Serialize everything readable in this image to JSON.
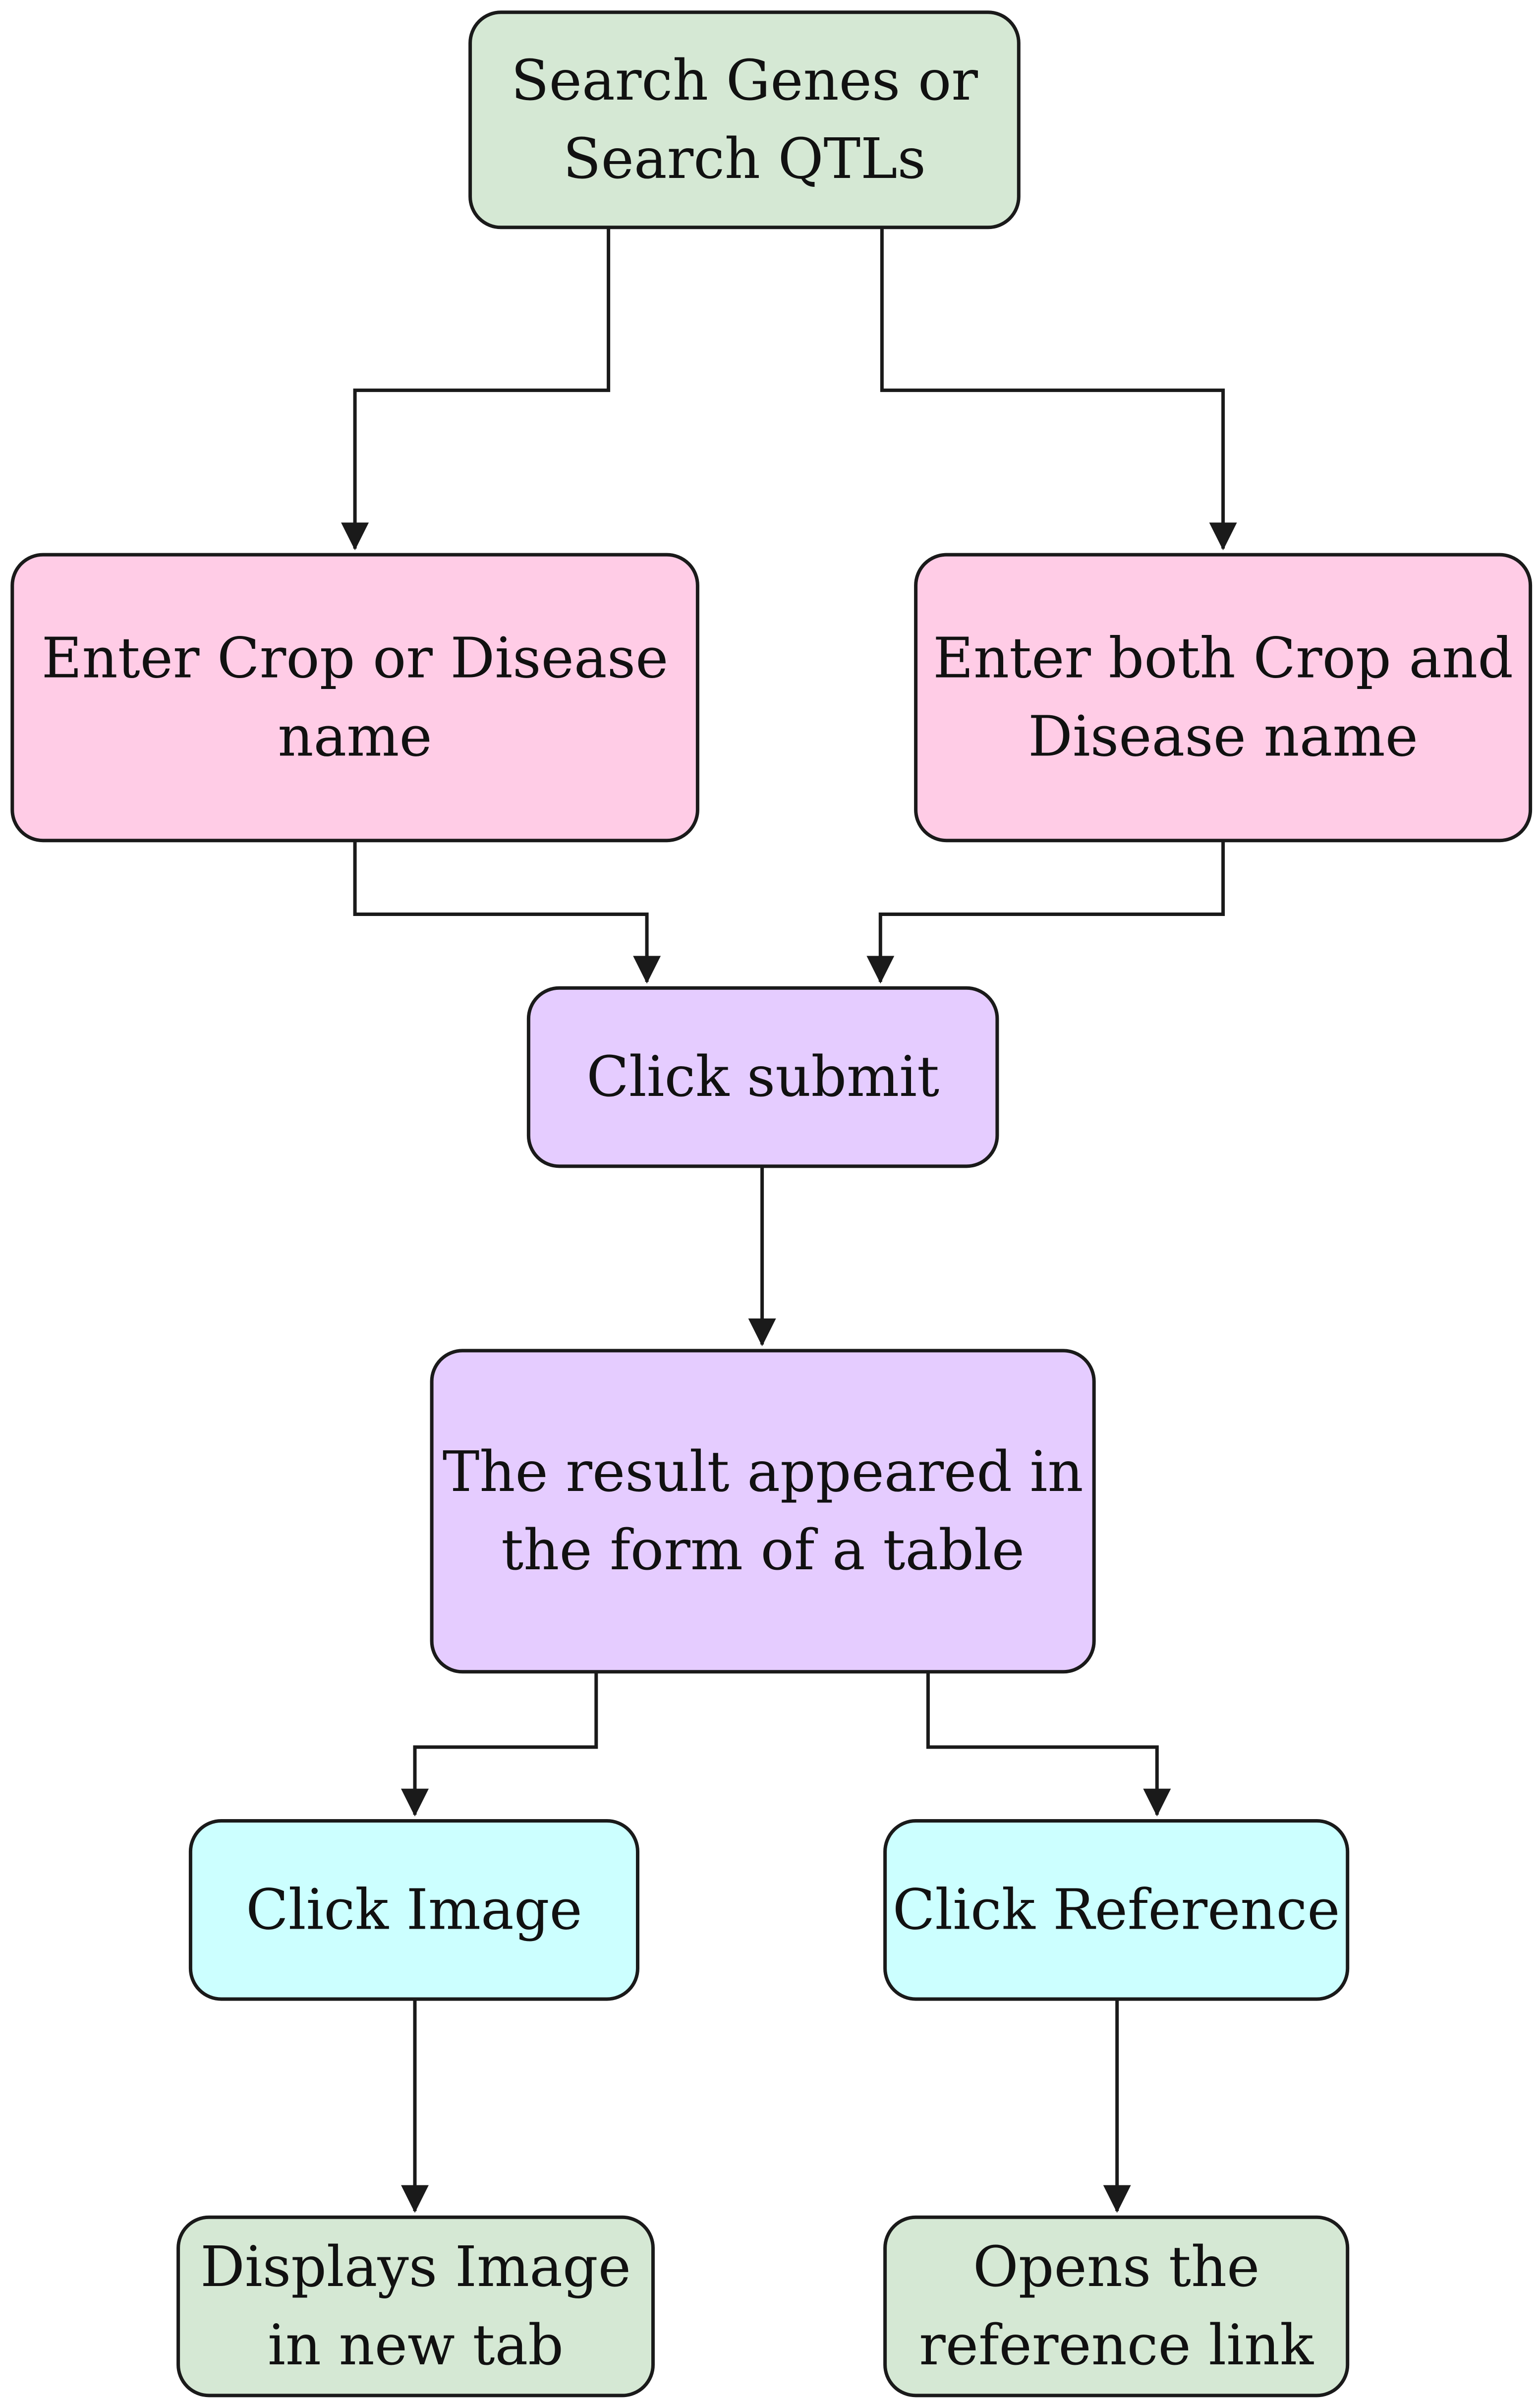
{
  "colors": {
    "green": "#d5e8d4",
    "pink": "#ffcce6",
    "purple": "#e5ccff",
    "cyan": "#ccffff"
  },
  "nodes": {
    "search_genes_or_qtls": {
      "lines": [
        "Search Genes or",
        "Search QTLs"
      ],
      "color": "green"
    },
    "enter_crop_or_disease": {
      "lines": [
        "Enter Crop or Disease",
        "name"
      ],
      "color": "pink"
    },
    "enter_both_crop_and_disease": {
      "lines": [
        "Enter both Crop and",
        "Disease name"
      ],
      "color": "pink"
    },
    "click_submit": {
      "lines": [
        "Click submit"
      ],
      "color": "purple"
    },
    "result_table": {
      "lines": [
        "The result appeared in",
        "the form of a table"
      ],
      "color": "purple"
    },
    "click_image": {
      "lines": [
        "Click Image"
      ],
      "color": "cyan"
    },
    "click_reference": {
      "lines": [
        "Click Reference"
      ],
      "color": "cyan"
    },
    "displays_image": {
      "lines": [
        "Displays Image",
        "in new tab"
      ],
      "color": "green"
    },
    "opens_reference": {
      "lines": [
        "Opens the",
        "reference link"
      ],
      "color": "green"
    }
  },
  "edges": [
    {
      "from": "search_genes_or_qtls",
      "to": "enter_crop_or_disease"
    },
    {
      "from": "search_genes_or_qtls",
      "to": "enter_both_crop_and_disease"
    },
    {
      "from": "enter_crop_or_disease",
      "to": "click_submit"
    },
    {
      "from": "enter_both_crop_and_disease",
      "to": "click_submit"
    },
    {
      "from": "click_submit",
      "to": "result_table"
    },
    {
      "from": "result_table",
      "to": "click_image"
    },
    {
      "from": "result_table",
      "to": "click_reference"
    },
    {
      "from": "click_image",
      "to": "displays_image"
    },
    {
      "from": "click_reference",
      "to": "opens_reference"
    }
  ]
}
